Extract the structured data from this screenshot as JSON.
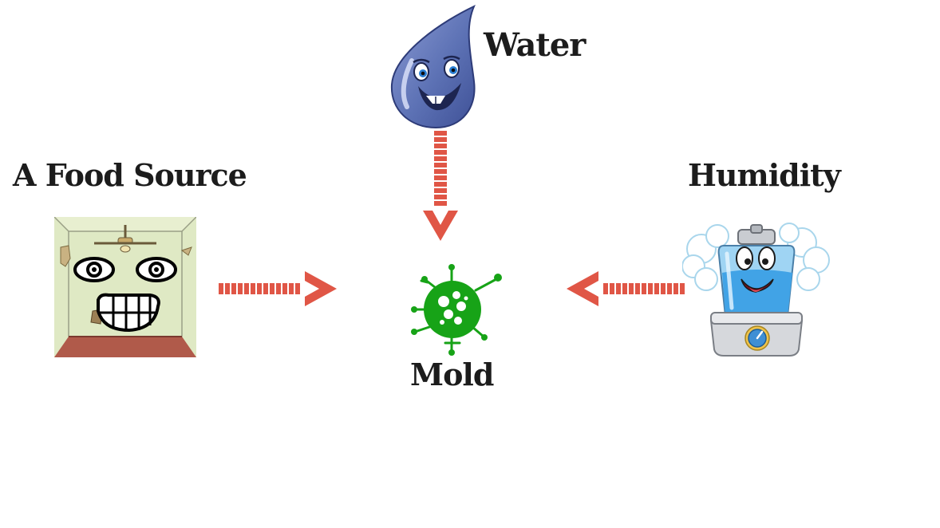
{
  "labels": {
    "water": "Water",
    "food_source": "A Food Source",
    "humidity": "Humidity",
    "mold": "Mold"
  },
  "colors": {
    "arrow": "#e05646",
    "mold_green": "#17a317",
    "water_blue": "#5d72b5",
    "text": "#1c1c1c"
  },
  "diagram": {
    "center": "mold",
    "inputs": [
      "water",
      "food_source",
      "humidity"
    ],
    "arrows": [
      {
        "from": "water",
        "to": "mold",
        "direction": "down"
      },
      {
        "from": "food_source",
        "to": "mold",
        "direction": "right"
      },
      {
        "from": "humidity",
        "to": "mold",
        "direction": "left"
      }
    ]
  }
}
